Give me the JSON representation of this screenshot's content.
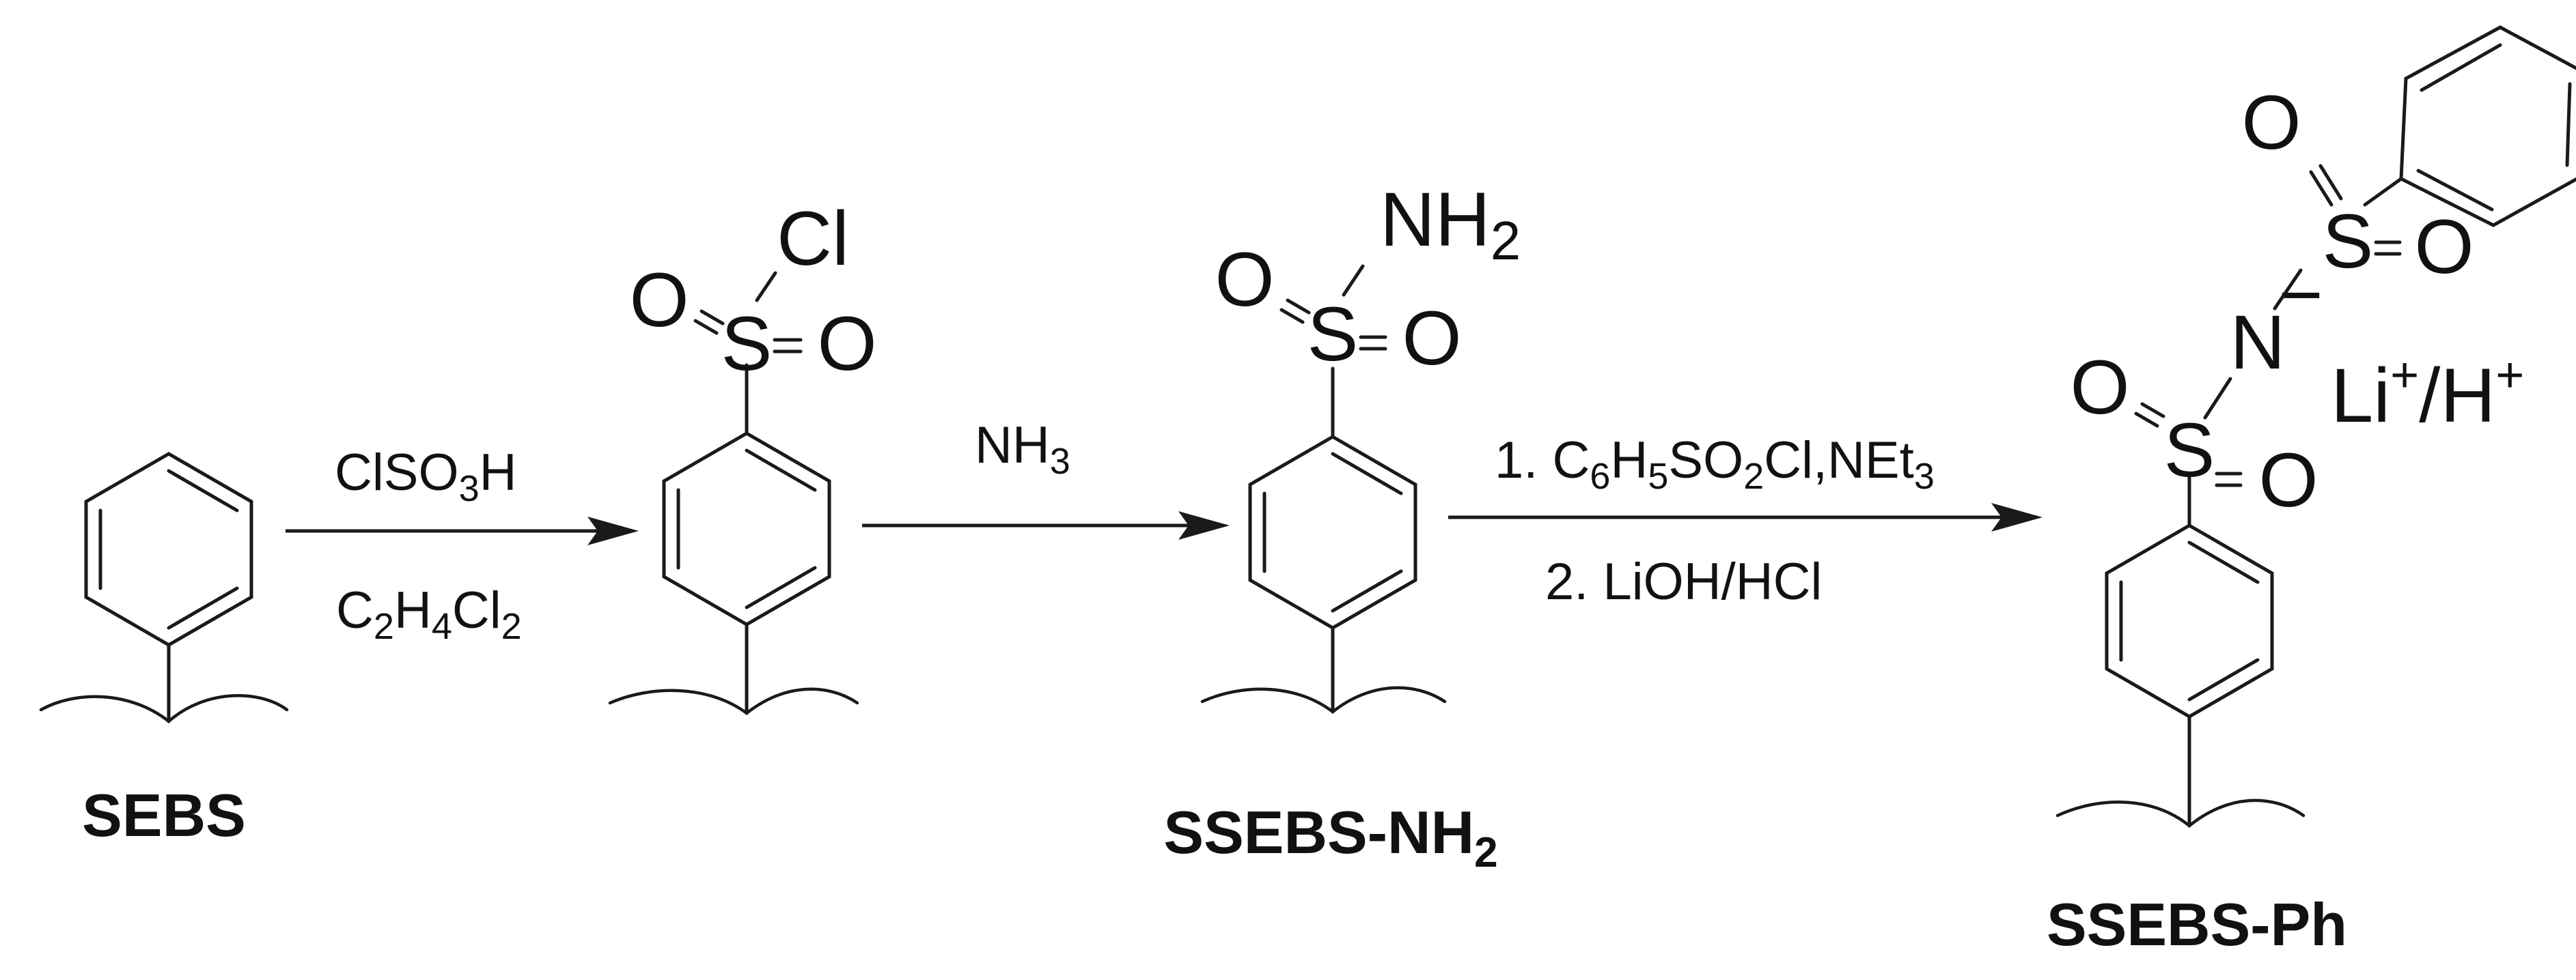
{
  "reagents": {
    "step1_top": {
      "main": "ClSO",
      "sub": "3",
      "tail": "H"
    },
    "step1_bottom": {
      "p1": "C",
      "s1": "2",
      "p2": "H",
      "s2": "4",
      "p3": "Cl",
      "s3": "2"
    },
    "step2_top": {
      "main": "NH",
      "sub": "3"
    },
    "step3_top": {
      "p1": "1. C",
      "s1": "6",
      "p2": "H",
      "s2": "5",
      "p3": "SO",
      "s3": "2",
      "p4": "Cl,NEt",
      "s4": "3"
    },
    "step3_bottom": "2. LiOH/HCl"
  },
  "atoms": {
    "O": "O",
    "S": "S",
    "Cl": "Cl",
    "N": "N",
    "NH": "NH",
    "H2": "2",
    "minus": "−",
    "Li": "Li",
    "plus": "+",
    "slash_H": "/H"
  },
  "labels": {
    "sebs": "SEBS",
    "ssebs_nh2_main": "SSEBS-NH",
    "ssebs_nh2_sub": "2",
    "ssebs_ph": "SSEBS-Ph"
  }
}
